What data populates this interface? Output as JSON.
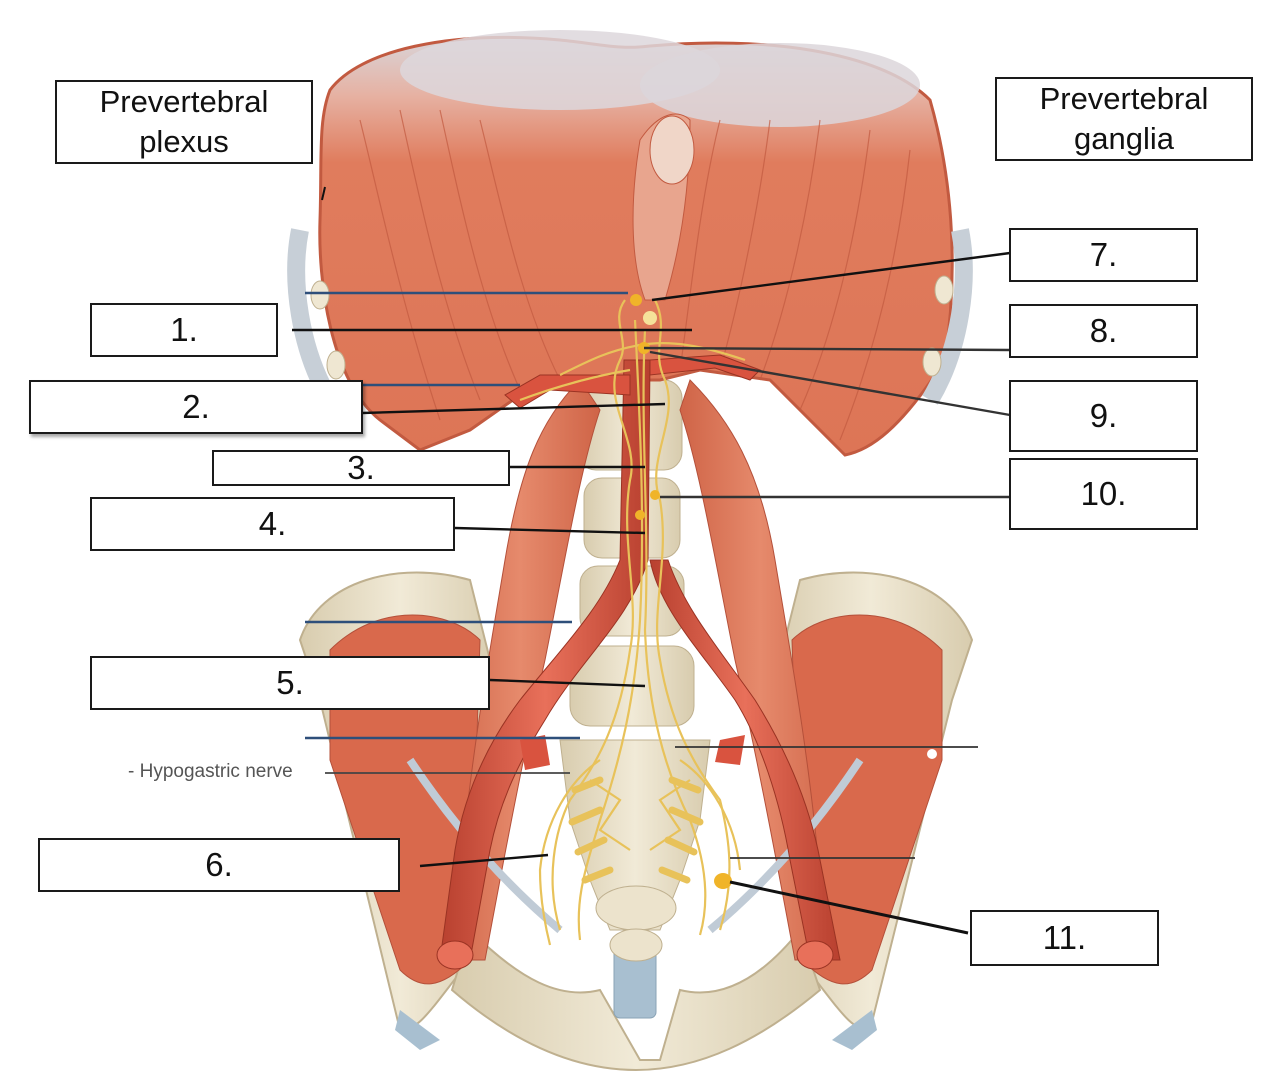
{
  "headers": {
    "plexus": "Prevertebral\nplexus",
    "ganglia": "Prevertebral\nganglia"
  },
  "labels": [
    "1.",
    "2.",
    "3.",
    "4.",
    "5.",
    "6.",
    "7.",
    "8.",
    "9.",
    "10.",
    "11."
  ],
  "annotation": "- Hypogastric nerve",
  "colors": {
    "muscle": "#e07a5c",
    "muscle_dark": "#c65a40",
    "tendon": "#cfd8e2",
    "bone": "#e9e0c8",
    "artery": "#d9533f",
    "nerve": "#e8c25a",
    "ganglion": "#f0b429",
    "line_dark": "#111111",
    "line_blue": "#2e4f7a"
  }
}
